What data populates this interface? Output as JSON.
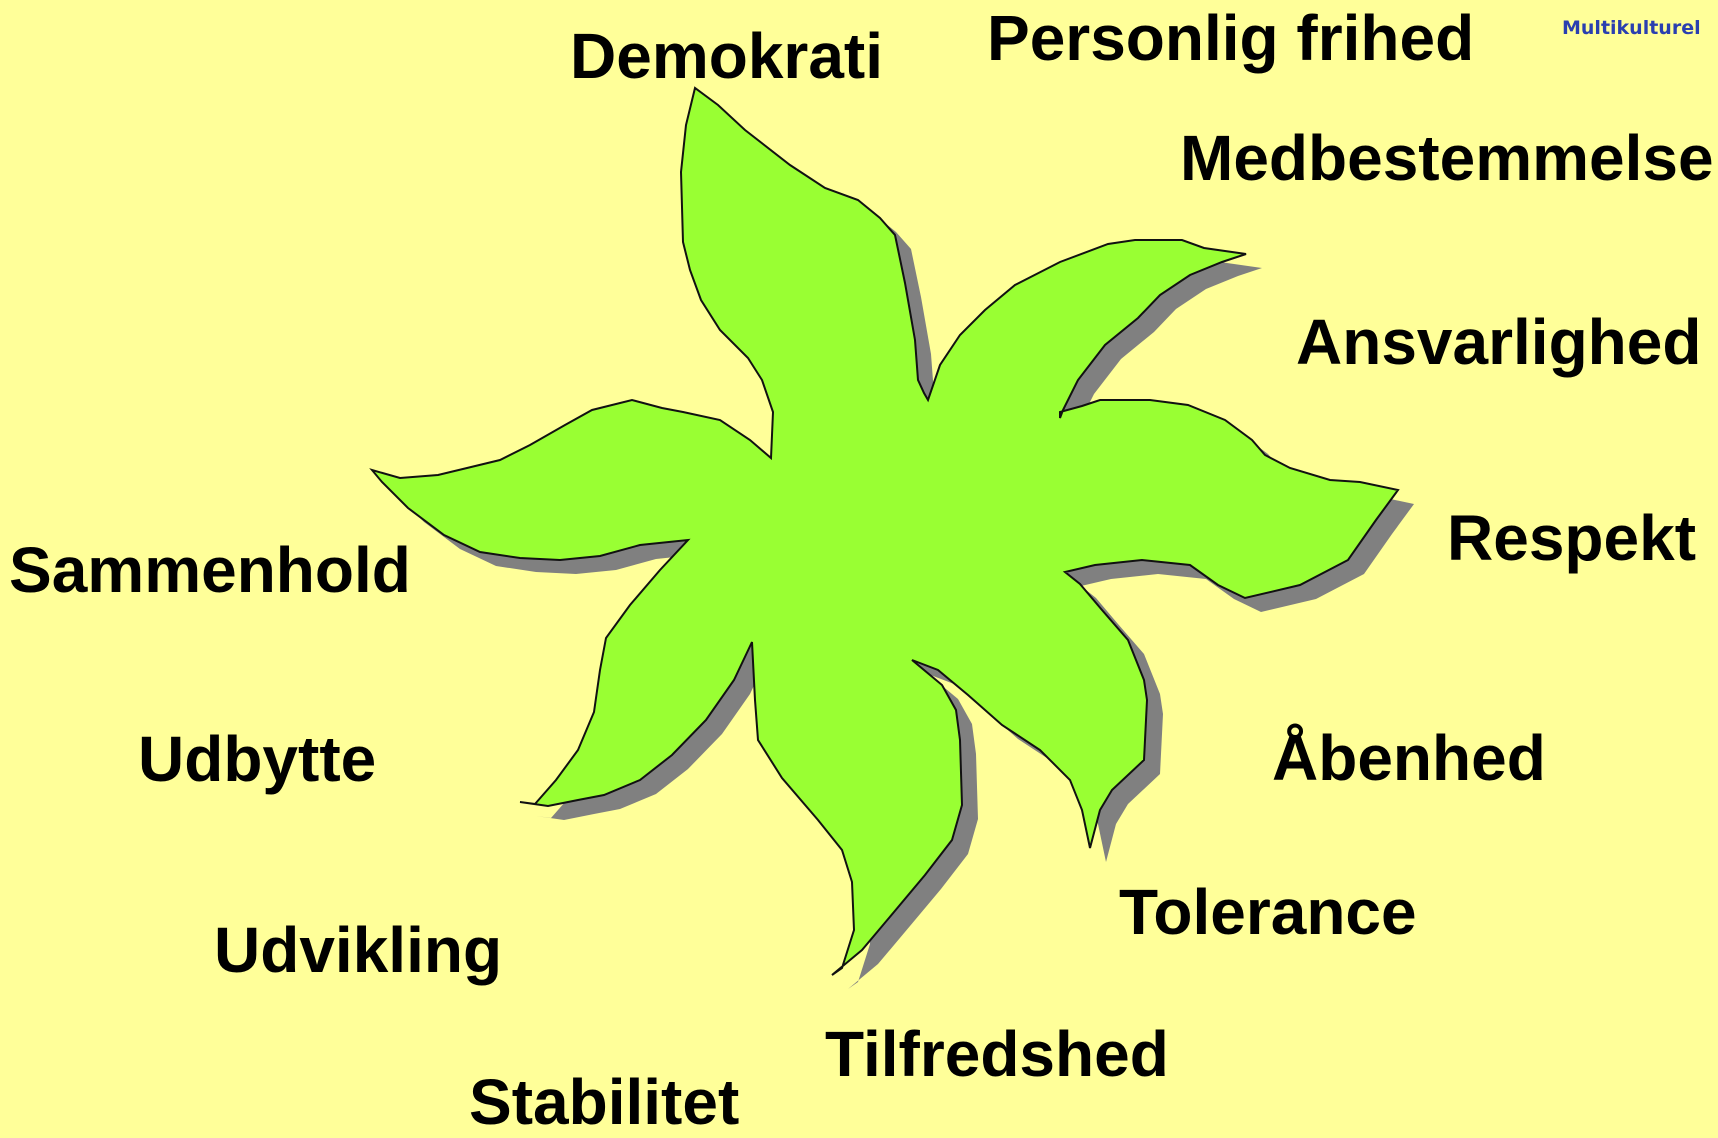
{
  "brand": "Multikulturel",
  "values": [
    "Demokrati",
    "Personlig frihed",
    "Medbestemmelse",
    "Ansvarlighed",
    "Respekt",
    "Åbenhed",
    "Tolerance",
    "Tilfredshed",
    "Stabilitet",
    "Udvikling",
    "Udbytte",
    "Sammenhold"
  ],
  "colors": {
    "background": "#ffff99",
    "shape_fill": "#99ff33",
    "shape_shadow": "#808080",
    "text": "#000000",
    "brand_text": "#2a3fb0"
  }
}
